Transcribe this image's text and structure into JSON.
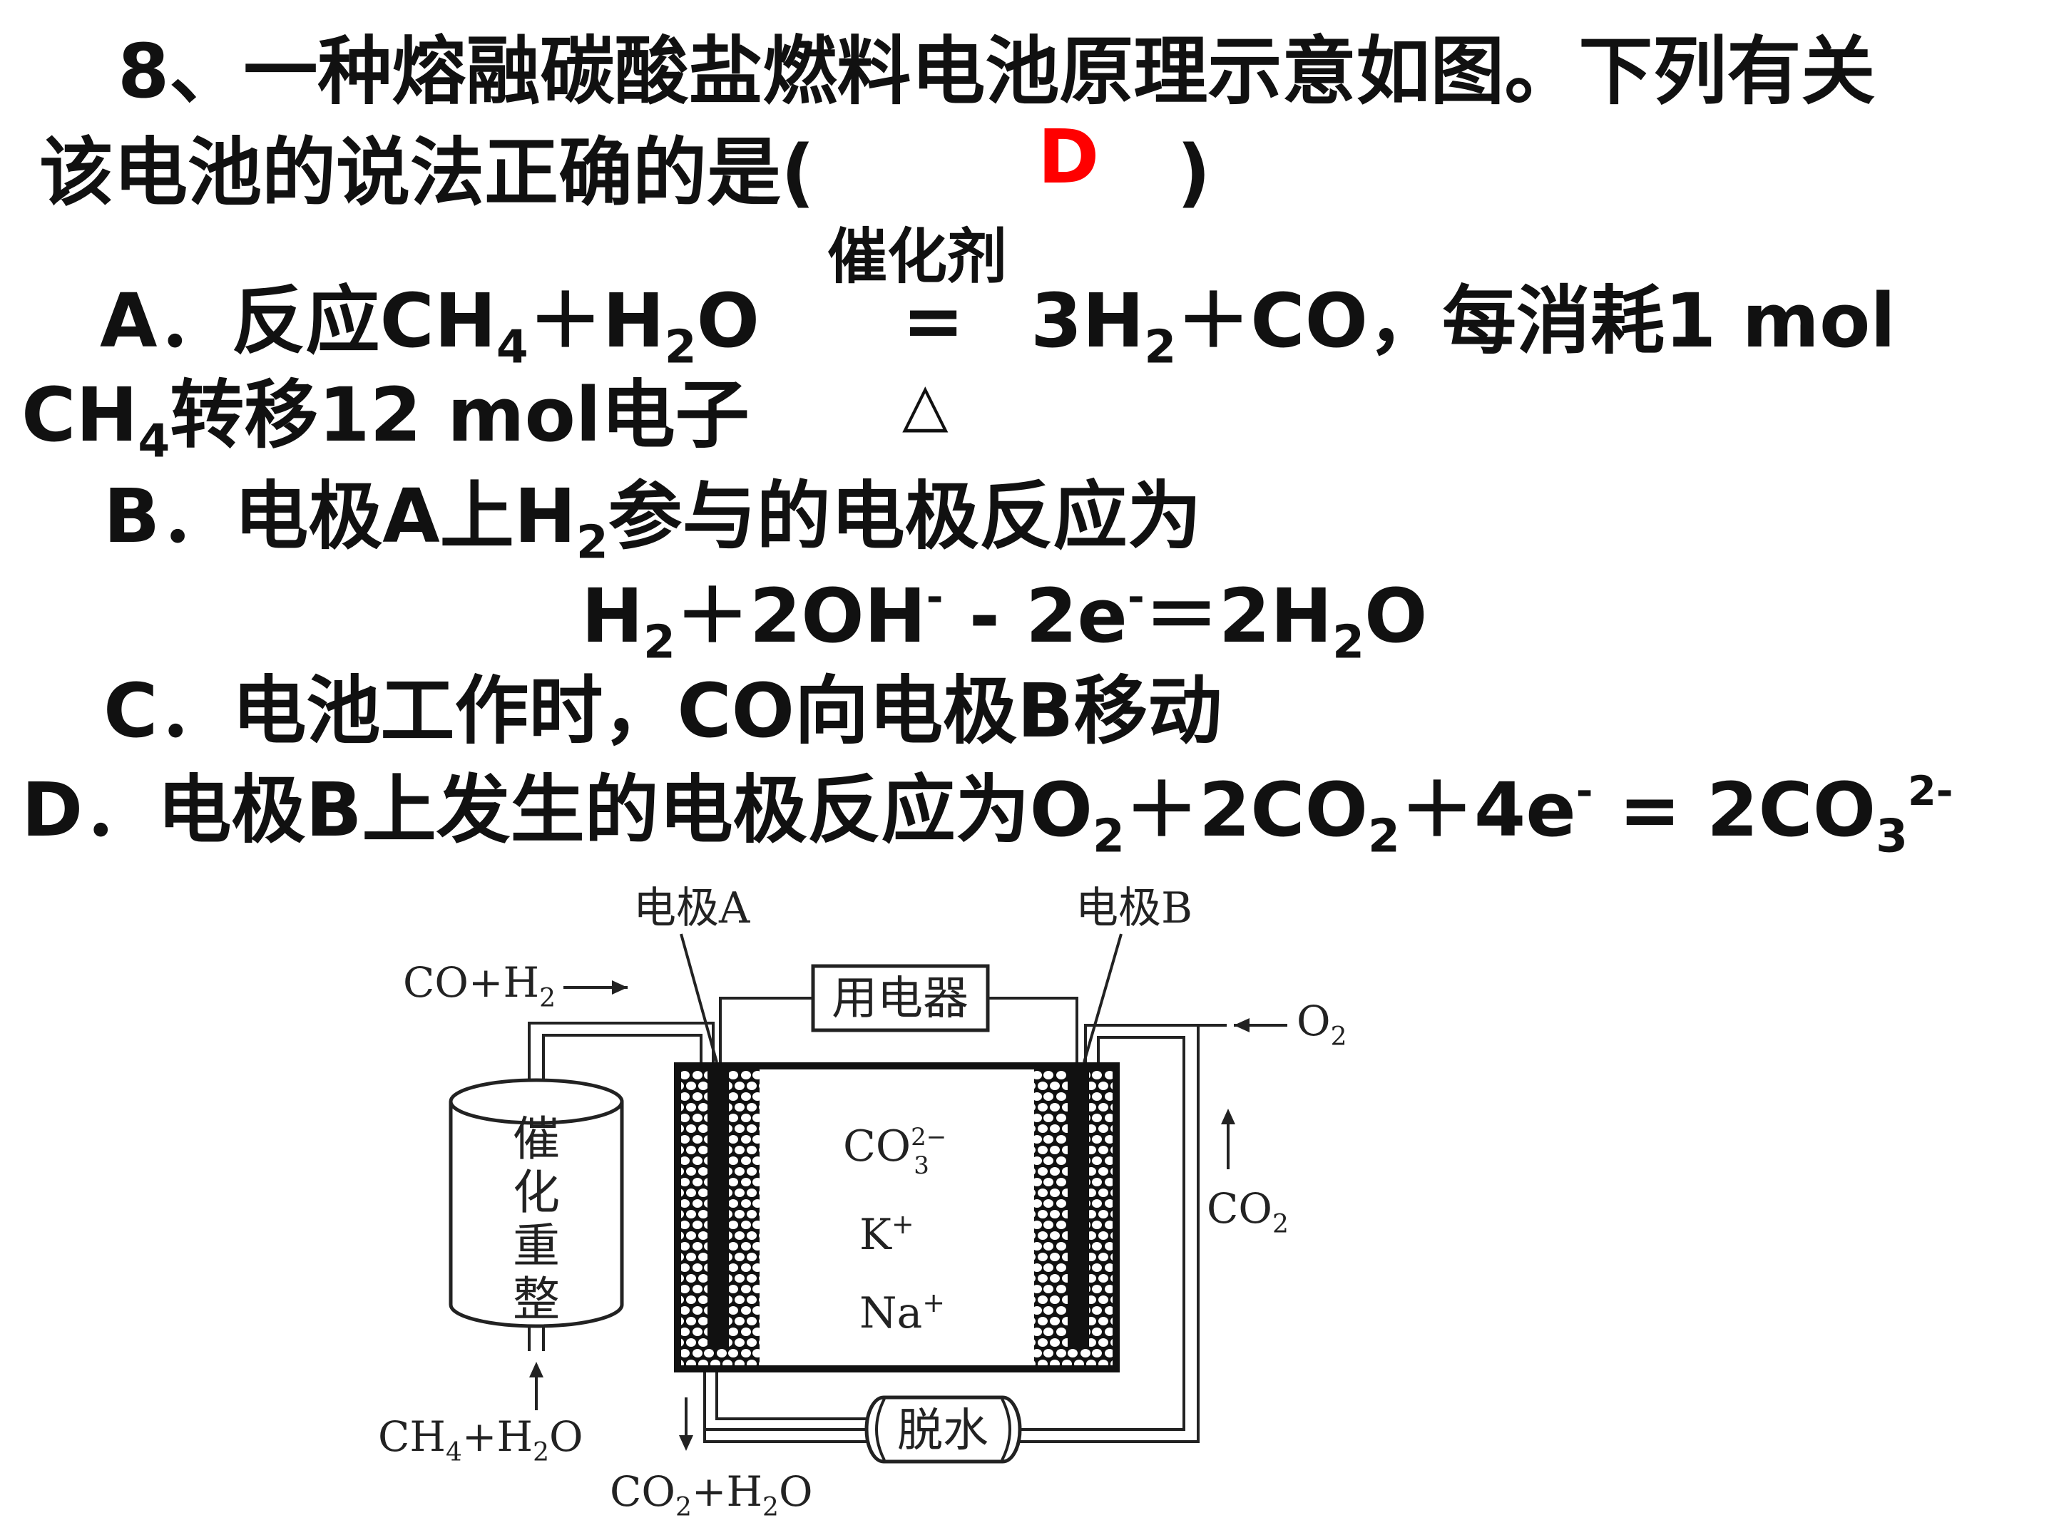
{
  "question": {
    "line1": "8、一种熔融碳酸盐燃料电池原理示意如图。下列有关",
    "line2_prefix": "该电池的说法正确的是(",
    "answer": "D",
    "line2_suffix": ")"
  },
  "option_a": {
    "label": "A．反应",
    "ch": "CH",
    "ch_sub": "4",
    "plus_h": "＋H",
    "h_sub": "2",
    "o": "O",
    "catalyst": "催化剂",
    "equals": "=",
    "heat": "△",
    "three_h": "3H",
    "three_h_sub": "2",
    "tail": "＋CO，每消耗1 mol",
    "line2_ch": "CH",
    "line2_sub": "4",
    "line2_tail": "转移12 mol电子"
  },
  "option_b": {
    "line1_pre": "B．电极A上H",
    "line1_sub": "2",
    "line1_post": "参与的电极反应为",
    "eq_h": "H",
    "eq_h_sub": "2",
    "eq_mid": "＋2OH",
    "eq_sup1": "-",
    "eq_mid2": " - 2e",
    "eq_sup2": "-",
    "eq_mid3": "＝2H",
    "eq_sub3": "2",
    "eq_end": "O"
  },
  "option_c": {
    "text": "C．电池工作时，CO向电极B移动"
  },
  "option_d": {
    "pre": "D．电极B上发生的电极反应为O",
    "sub1": "2",
    "mid1": "＋2CO",
    "sub2": "2",
    "mid2": "＋4e",
    "sup1": "-",
    "mid3": " = 2CO",
    "sub3": "3",
    "sup3": "2-"
  },
  "diagram": {
    "electrode_a": "电极A",
    "electrode_b": "电极B",
    "inlet_co_h2": "CO+H",
    "inlet_co_h2_sub": "2",
    "load": "用电器",
    "inlet_o2": "O",
    "inlet_o2_sub": "2",
    "reformer_label": [
      "催",
      "化",
      "重",
      "整"
    ],
    "ion_co3": "CO",
    "ion_co3_sub": "3",
    "ion_co3_sup": "2−",
    "ion_k": "K",
    "ion_k_sup": "+",
    "ion_na": "Na",
    "ion_na_sup": "+",
    "co2_return": "CO",
    "co2_return_sub": "2",
    "feed_ch4": "CH",
    "feed_ch4_sub": "4",
    "feed_ch4_mid": "+H",
    "feed_ch4_sub2": "2",
    "feed_ch4_end": "O",
    "outlet": "CO",
    "outlet_sub": "2",
    "outlet_mid": "+H",
    "outlet_sub2": "2",
    "outlet_end": "O",
    "dehydrate": "脱水"
  },
  "colors": {
    "answer": "#ff0000",
    "text": "#111111"
  }
}
